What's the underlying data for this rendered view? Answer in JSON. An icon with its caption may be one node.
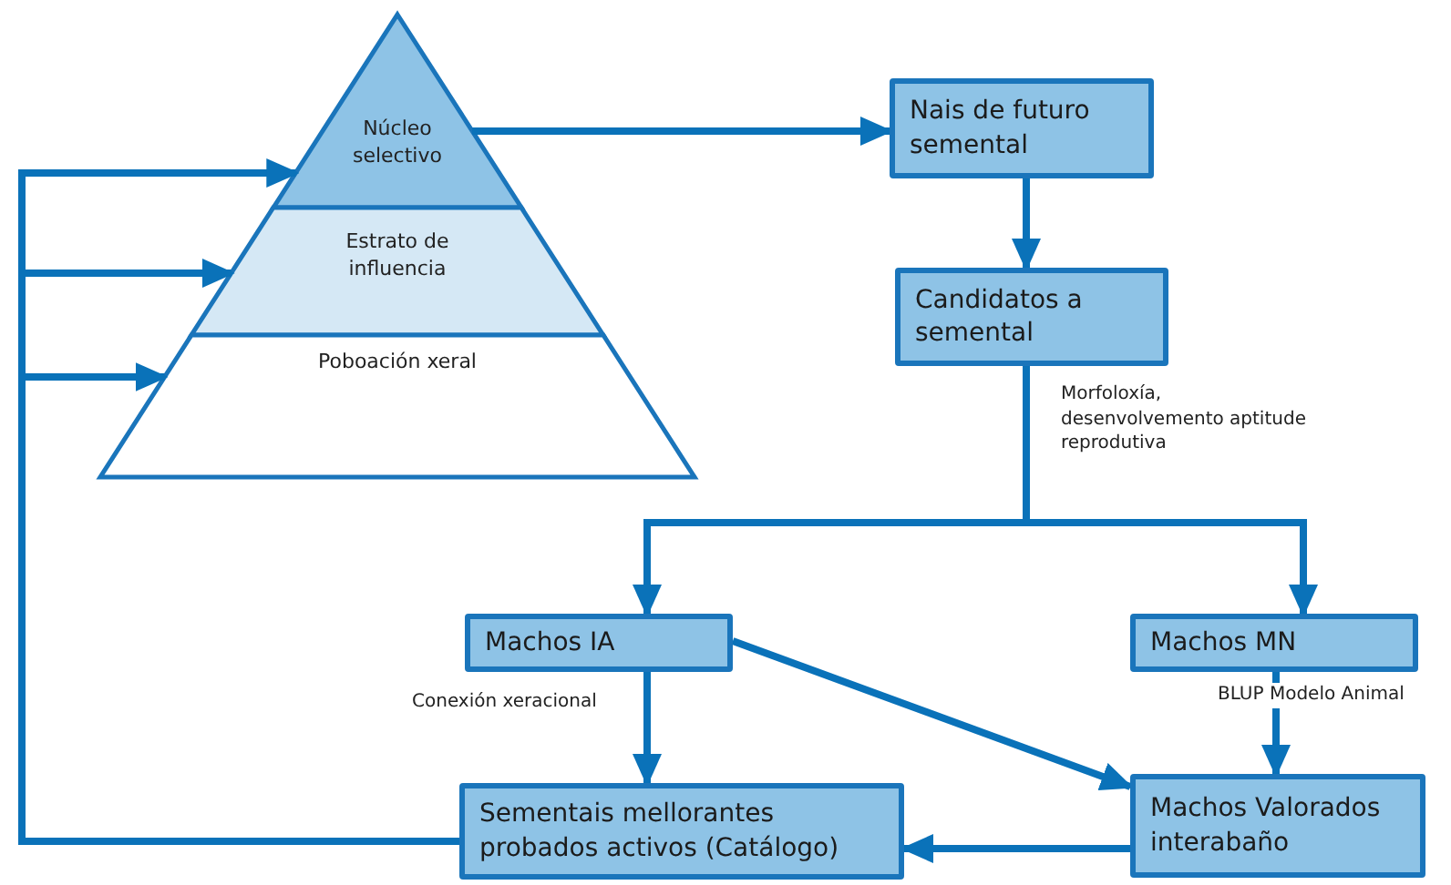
{
  "diagram": {
    "nodes": [
      {
        "text": [
          "Núcleo selectivo"
        ]
      },
      {
        "text": [
          "Estrato de influencia"
        ]
      },
      {
        "text": [
          "Poboación xeral"
        ]
      },
      {
        "text": [
          "Nais de futuro semental"
        ]
      },
      {
        "text": [
          "Candidatos a semental"
        ]
      },
      {
        "text": [
          "Machos IA"
        ]
      },
      {
        "text": [
          "Machos MN"
        ]
      },
      {
        "text": [
          "Sementais mellorantes probados activos (Catálogo)"
        ]
      },
      {
        "text": [
          "Machos Valorados interabaño"
        ]
      }
    ],
    "edges": [
      {
        "from": 0,
        "to": 3,
        "arrow": "to"
      },
      {
        "from": 3,
        "to": 4,
        "arrow": "to"
      },
      {
        "from": 4,
        "to": 5,
        "arrow": "to",
        "label": "Morfoloxía, desenvolvemento aptitude reprodutiva"
      },
      {
        "from": 4,
        "to": 6,
        "arrow": "to"
      },
      {
        "from": 5,
        "to": 7,
        "arrow": "to",
        "label": "Conexión xeracional"
      },
      {
        "from": 5,
        "to": 8,
        "arrow": "to"
      },
      {
        "from": 6,
        "to": 8,
        "arrow": "to",
        "label": "BLUP Modelo Animal"
      },
      {
        "from": 8,
        "to": 7,
        "arrow": "to"
      },
      {
        "from": 7,
        "to": 0,
        "arrow": "to"
      },
      {
        "from": 7,
        "to": 1,
        "arrow": "to"
      },
      {
        "from": 7,
        "to": 2,
        "arrow": "to"
      }
    ]
  }
}
